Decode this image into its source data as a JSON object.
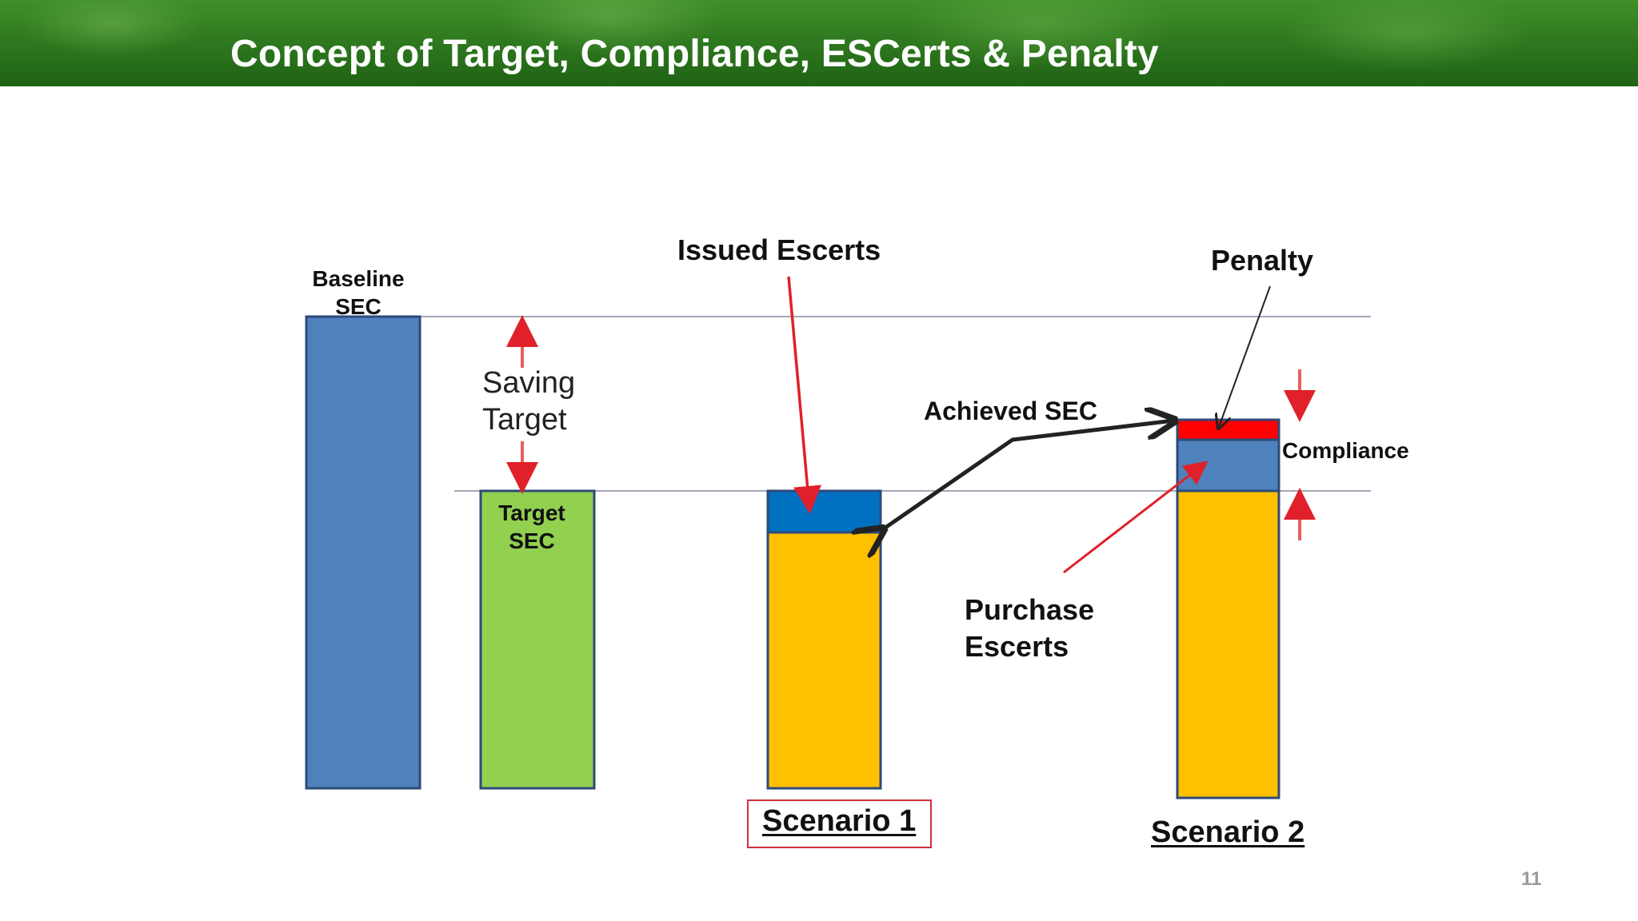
{
  "slide": {
    "title": "Concept of Target, Compliance, ESCerts & Penalty",
    "page_number": "11"
  },
  "labels": {
    "baseline_sec": "Baseline\nSEC",
    "saving_target": "Saving\nTarget",
    "target_sec": "Target\nSEC",
    "issued_escerts": "Issued Escerts",
    "achieved_sec": "Achieved SEC",
    "penalty": "Penalty",
    "compliance": "Compliance",
    "purchase_escerts": "Purchase\nEscerts",
    "scenario_1": "Scenario 1",
    "scenario_2": "Scenario 2"
  },
  "colors": {
    "header_green": "#2f7a1f",
    "baseline_bar": "#4f81bd",
    "target_bar": "#92d050",
    "scenario_base": "#ffc000",
    "issued_escerts": "#0070c0",
    "purchase_escerts": "#4f81bd",
    "penalty": "#ff0000",
    "bar_border": "#2e4a7a",
    "red_arrow": "#e0202a",
    "saving_arrow": "#e8605c",
    "black_arrow": "#222222",
    "reference_line": "#a6a6b8"
  }
}
